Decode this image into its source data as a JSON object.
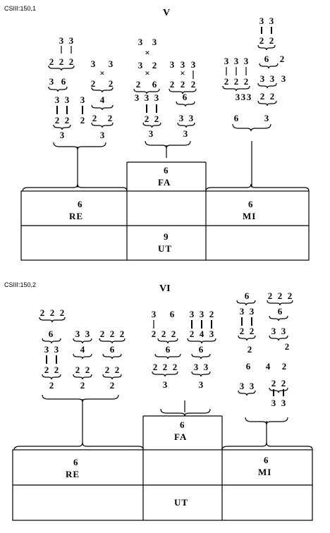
{
  "top": {
    "ref": "CSIII:150,1",
    "numeral": "V",
    "cells": {
      "re_num": "6",
      "re_label": "RE",
      "fa_num": "6",
      "fa_label": "FA",
      "mi_num": "6",
      "mi_label": "MI",
      "ut_num": "9",
      "ut_label": "UT"
    }
  },
  "bottom": {
    "ref": "CSIII:150,2",
    "numeral": "VI",
    "cells": {
      "re_num": "6",
      "re_label": "RE",
      "fa_num": "6",
      "fa_label": "FA",
      "mi_num": "6",
      "mi_label": "MI",
      "ut_label": "UT"
    }
  },
  "digits": {
    "two": "2",
    "three": "3",
    "four": "4",
    "six": "6",
    "nine": "9",
    "cross": "×"
  }
}
